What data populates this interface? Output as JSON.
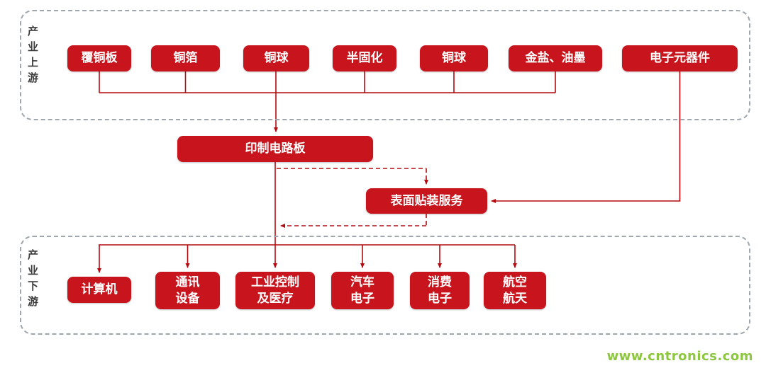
{
  "colors": {
    "box": "#c8151d",
    "line": "#b40b10",
    "watermark": "#8dc63f"
  },
  "upstream": {
    "label": "产业上游",
    "items": [
      {
        "label": "覆铜板"
      },
      {
        "label": "铜箔"
      },
      {
        "label": "铜球"
      },
      {
        "label": "半固化"
      },
      {
        "label": "铜球"
      },
      {
        "label": "金盐、油墨"
      },
      {
        "label": "电子元器件"
      }
    ]
  },
  "middle": {
    "pcb": "印制电路板",
    "smt": "表面贴装服务"
  },
  "downstream": {
    "label": "产业下游",
    "items": [
      {
        "label": "计算机"
      },
      {
        "label": "通讯\n设备"
      },
      {
        "label": "工业控制\n及医疗"
      },
      {
        "label": "汽车\n电子"
      },
      {
        "label": "消费\n电子"
      },
      {
        "label": "航空\n航天"
      }
    ]
  },
  "watermark": "www.cntronics.com"
}
